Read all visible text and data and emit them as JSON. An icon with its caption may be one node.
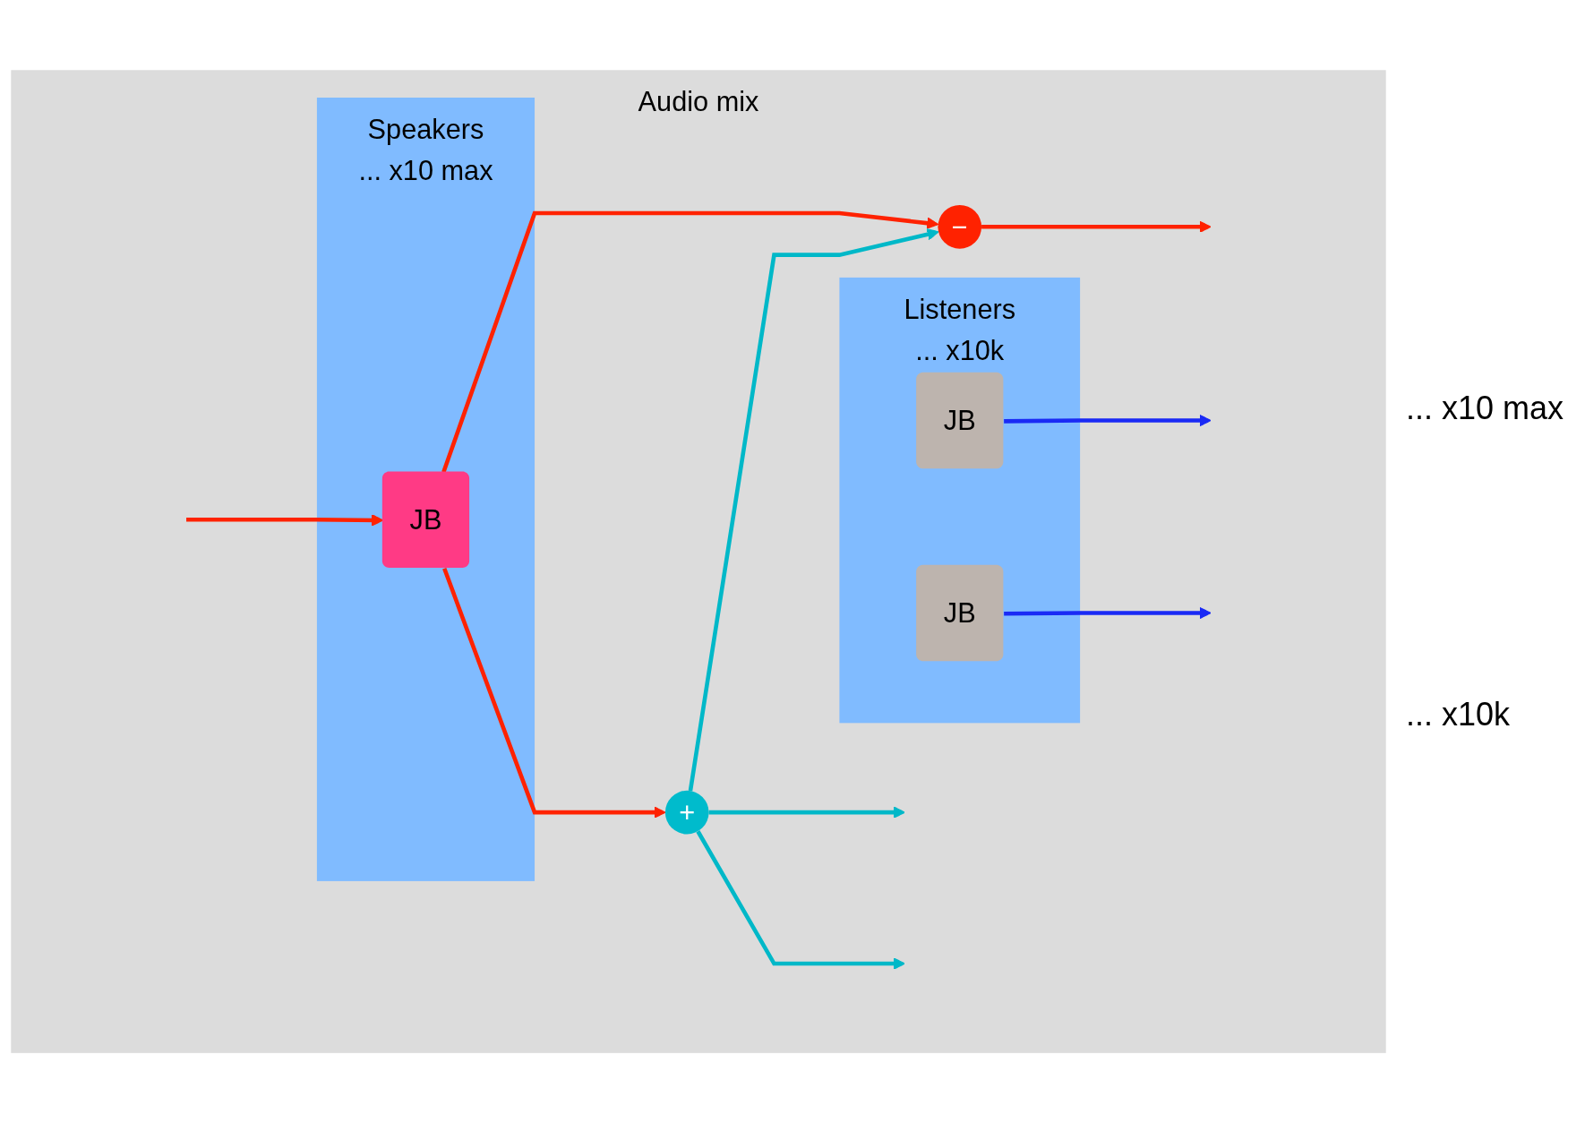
{
  "diagram": {
    "nodes": [
      {
        "text": [
          "Audio mix"
        ]
      },
      {
        "text": [
          "Speakers",
          "... x10 max"
        ],
        "in": 0
      },
      {
        "text": [
          "JB"
        ],
        "in": 1
      },
      {
        "text": [
          "Listeners",
          "... x10k"
        ],
        "in": 0
      },
      {
        "text": [
          "JB"
        ],
        "in": 3
      },
      {
        "text": [
          "JB"
        ],
        "in": 3
      },
      {
        "text": [
          "−"
        ],
        "in": 0
      },
      {
        "text": [
          "+"
        ],
        "in": 0
      }
    ],
    "edges": [
      {
        "from": null,
        "to": 2,
        "arrow": "to",
        "color": "#ff2200"
      },
      {
        "from": 2,
        "to": 6,
        "arrow": "to",
        "color": "#ff2200"
      },
      {
        "from": 2,
        "to": 7,
        "arrow": "to",
        "color": "#ff2200"
      },
      {
        "from": 6,
        "to": null,
        "arrow": "to",
        "color": "#ff2200"
      },
      {
        "from": 4,
        "to": null,
        "arrow": "to",
        "color": "#1a2af5"
      },
      {
        "from": 5,
        "to": null,
        "arrow": "to",
        "color": "#1a2af5"
      },
      {
        "from": 7,
        "to": 6,
        "arrow": "to",
        "color": "#00b8c8"
      },
      {
        "from": 7,
        "to": null,
        "arrow": "to",
        "color": "#00b8c8"
      },
      {
        "from": 7,
        "to": null,
        "arrow": "to",
        "color": "#00b8c8"
      }
    ],
    "labels": [
      "... x10 max",
      "... x10k"
    ]
  }
}
